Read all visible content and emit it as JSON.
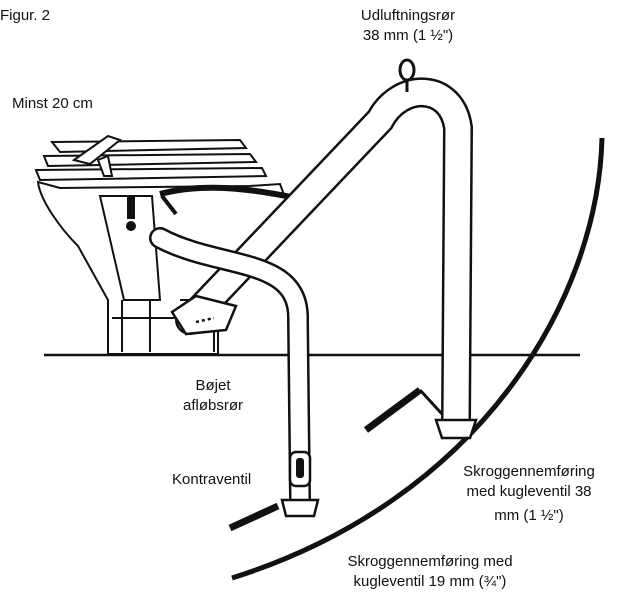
{
  "figure_label": "Figur. 2",
  "labels": {
    "vent_pipe_name": "Udluftningsrør",
    "vent_pipe_size": "38 mm (1 ½\")",
    "min_height": "Minst 20 cm",
    "bent_drain_line1": "Bøjet",
    "bent_drain_line2": "afløbsrør",
    "check_valve": "Kontraventil",
    "hull_fitting_38_line1": "Skroggennemføring",
    "hull_fitting_38_line2": "med kugleventil 38",
    "hull_fitting_38_line3": "mm (1 ½\")",
    "hull_fitting_19_line1": "Skroggennemføring med",
    "hull_fitting_19_line2": "kugleventil 19 mm (¾\")"
  },
  "colors": {
    "ink": "#111111",
    "paper": "#ffffff"
  }
}
